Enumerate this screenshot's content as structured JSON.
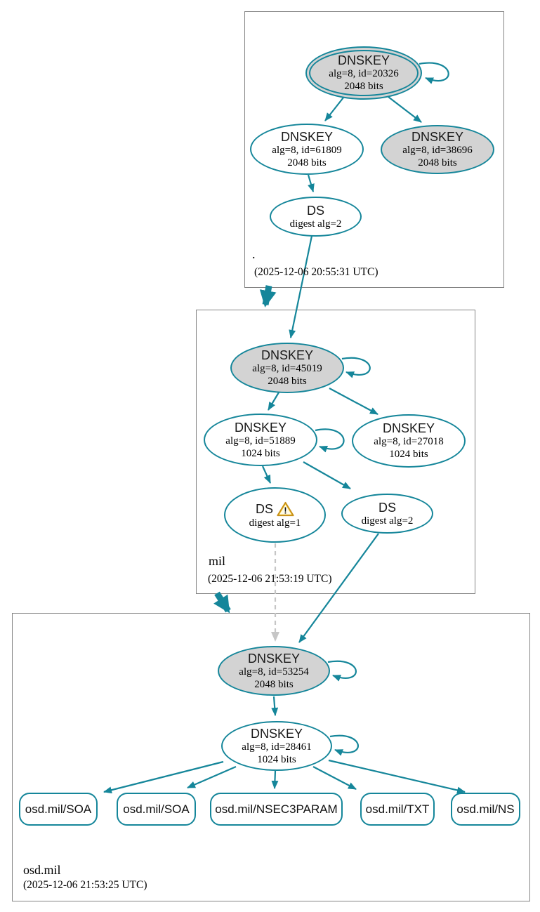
{
  "colors": {
    "secure_teal": "#15869a",
    "key_fill_gray": "#d3d3d3",
    "insecure_dash_gray": "#c6c6c6",
    "warning_yellow": "#fcd53a",
    "zone_border_gray": "#848484"
  },
  "icons": {
    "warning": "warning-triangle-icon"
  },
  "zones": [
    {
      "label": ".",
      "timestamp": "(2025-12-06 20:55:31 UTC)",
      "nodes": [
        {
          "title": "DNSKEY",
          "line1": "alg=8, id=20326",
          "line2": "2048 bits"
        },
        {
          "title": "DNSKEY",
          "line1": "alg=8, id=61809",
          "line2": "2048 bits"
        },
        {
          "title": "DNSKEY",
          "line1": "alg=8, id=38696",
          "line2": "2048 bits"
        },
        {
          "title": "DS",
          "line1": "digest alg=2"
        }
      ]
    },
    {
      "label": "mil",
      "timestamp": "(2025-12-06 21:53:19 UTC)",
      "nodes": [
        {
          "title": "DNSKEY",
          "line1": "alg=8, id=45019",
          "line2": "2048 bits"
        },
        {
          "title": "DNSKEY",
          "line1": "alg=8, id=51889",
          "line2": "1024 bits"
        },
        {
          "title": "DNSKEY",
          "line1": "alg=8, id=27018",
          "line2": "1024 bits"
        },
        {
          "title": "DS",
          "line1": "digest alg=1",
          "has_warning": "true"
        },
        {
          "title": "DS",
          "line1": "digest alg=2"
        }
      ]
    },
    {
      "label": "osd.mil",
      "timestamp": "(2025-12-06 21:53:25 UTC)",
      "nodes": [
        {
          "title": "DNSKEY",
          "line1": "alg=8, id=53254",
          "line2": "2048 bits"
        },
        {
          "title": "DNSKEY",
          "line1": "alg=8, id=28461",
          "line2": "1024 bits"
        }
      ],
      "rrsets": [
        "osd.mil/SOA",
        "osd.mil/SOA",
        "osd.mil/NSEC3PARAM",
        "osd.mil/TXT",
        "osd.mil/NS"
      ]
    }
  ]
}
